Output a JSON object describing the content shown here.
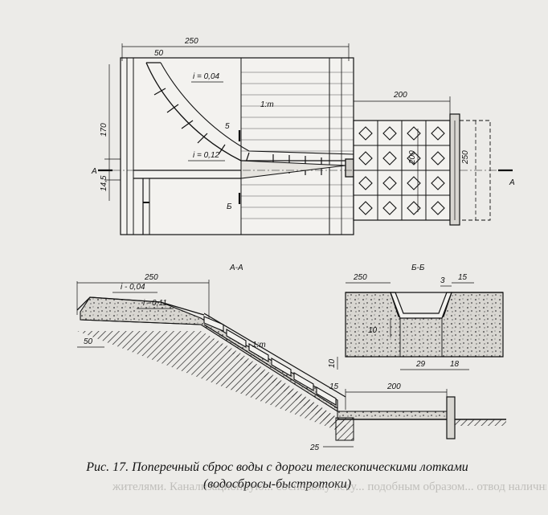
{
  "figure": {
    "caption_line1": "Рис. 17. Поперечный сброс воды с дороги телескопическими лотками",
    "caption_line2": "(водосбросы-быстротоки)",
    "bleed_through": "жителями. Канализационную... сосновому лесу... подобным образом... отвод наличных в"
  },
  "plan": {
    "dim_250_top": "250",
    "dim_50": "50",
    "slope_004": "i = 0,04",
    "slope_1m": "1:m",
    "dim_200_right": "200",
    "dim_170": "170",
    "section_5": "5",
    "slope_012": "i = 0,12",
    "section_A_left": "A",
    "section_A_right": "A",
    "dim_145": "14,5",
    "section_B": "Б",
    "dim_200_vert": "200",
    "dim_250_vert": "250"
  },
  "section_aa": {
    "title": "A-A",
    "dim_250": "250",
    "slope_004": "i - 0,04",
    "slope_011": "i - 0,11",
    "dim_50": "50",
    "slope_1m": "1:m",
    "dim_15": "15",
    "dim_200": "200",
    "dim_25": "25"
  },
  "section_bb": {
    "title": "Б-Б",
    "dim_250": "250",
    "dim_3": "3",
    "dim_15": "15",
    "dim_10_inner": "10",
    "dim_10_side": "10",
    "dim_29": "29",
    "dim_18": "18"
  }
}
